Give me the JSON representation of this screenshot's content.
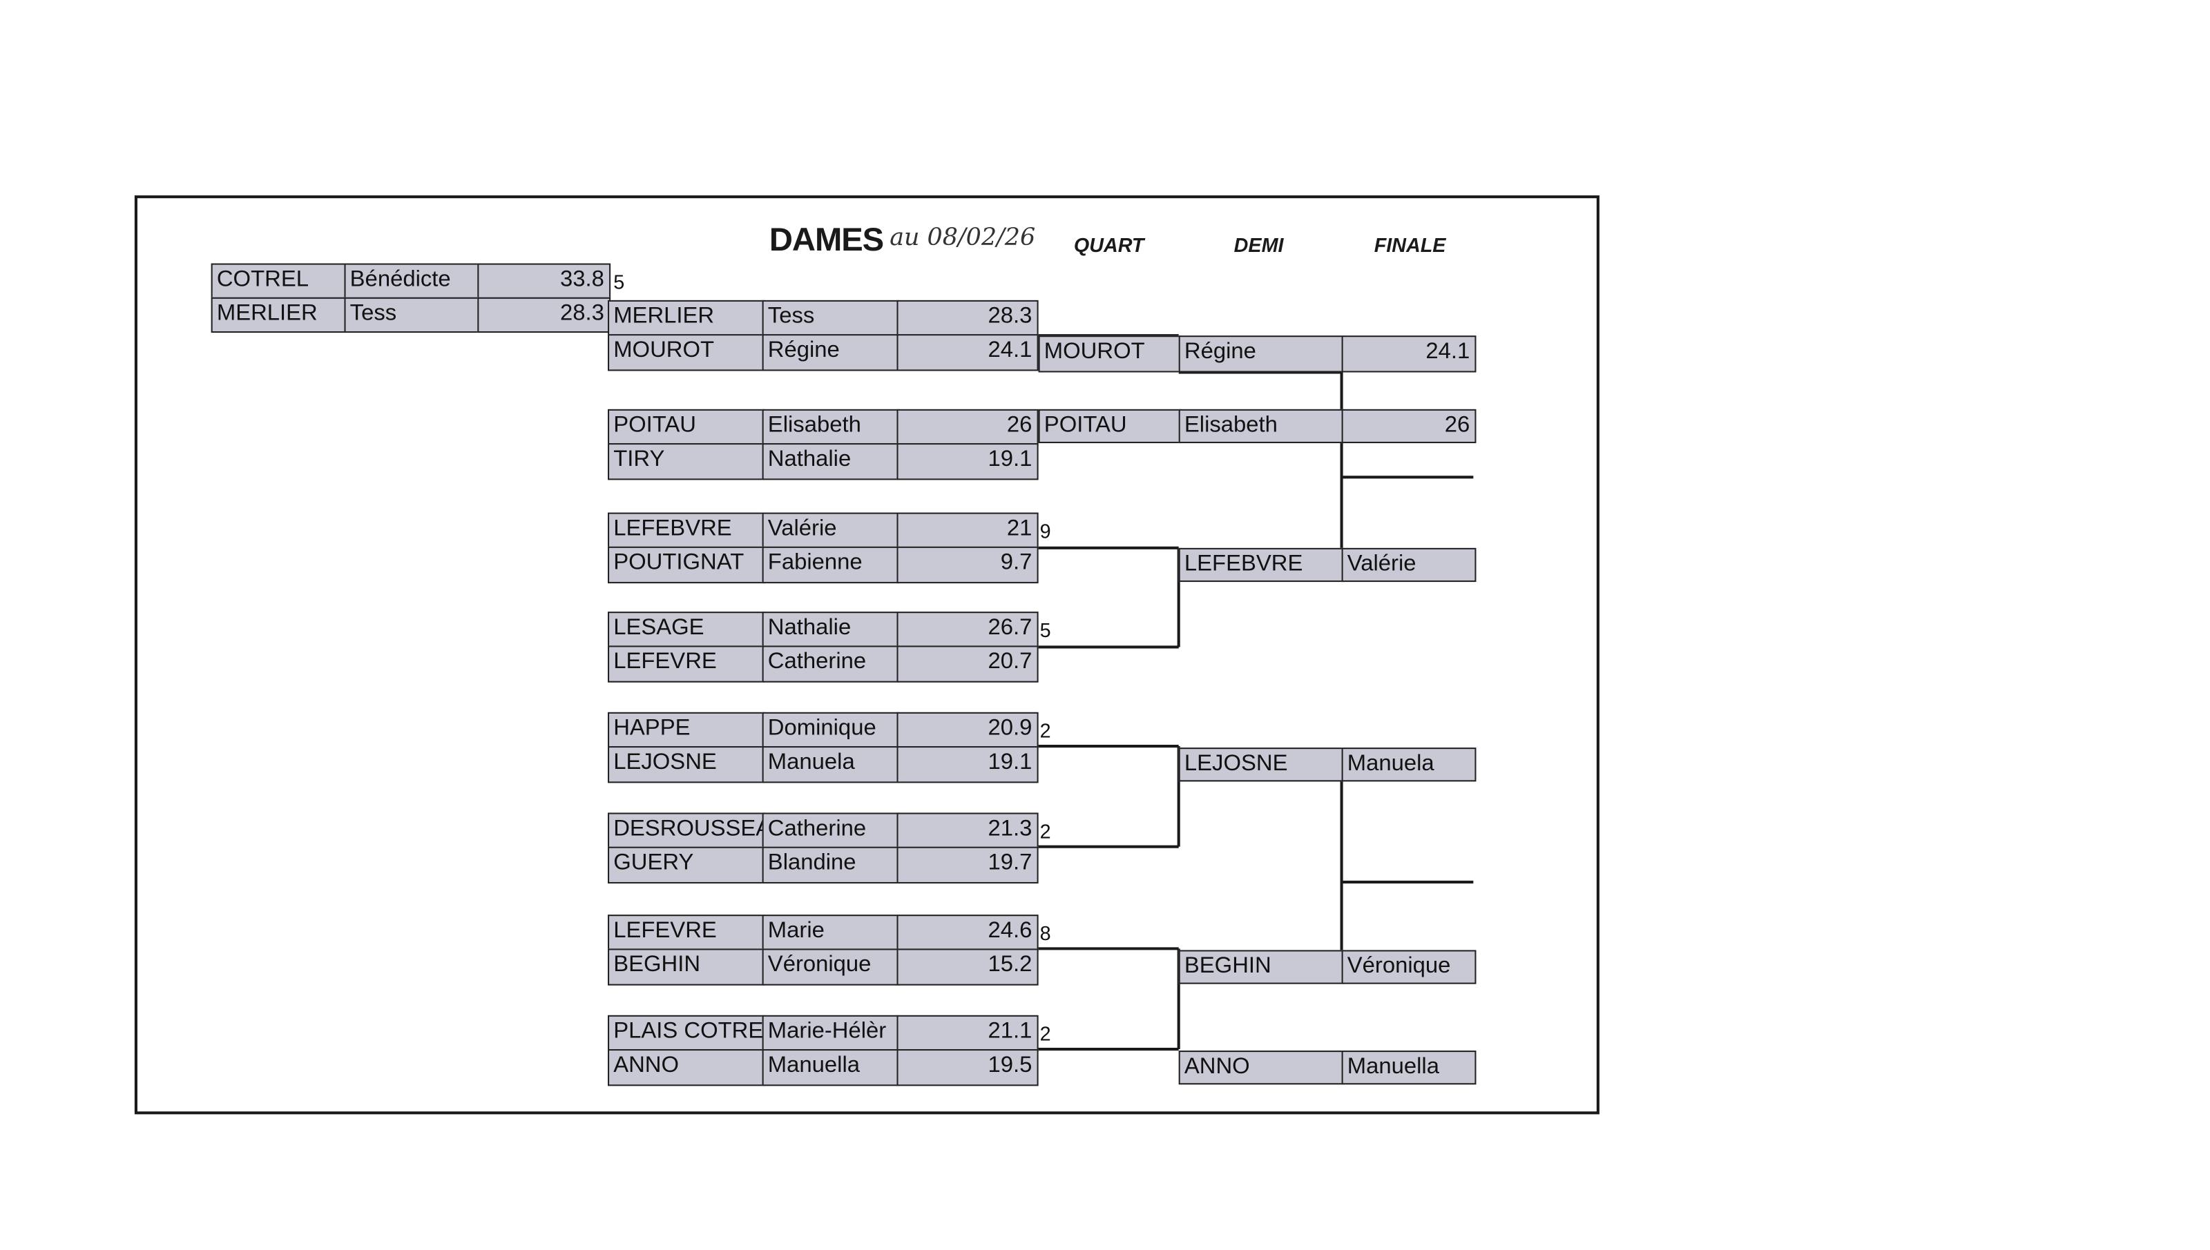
{
  "header": {
    "title": "DAMES",
    "date_handwritten": "au 08/02/26",
    "rounds": [
      "QUART",
      "DEMI",
      "FINALE"
    ]
  },
  "preliminary": {
    "result": "5",
    "players": [
      {
        "last": "COTREL",
        "first": "Bénédicte",
        "score": "33.8"
      },
      {
        "last": "MERLIER",
        "first": "Tess",
        "score": "28.3"
      }
    ]
  },
  "round1": [
    {
      "result": "",
      "players": [
        {
          "last": "MERLIER",
          "first": "Tess",
          "score": "28.3"
        },
        {
          "last": "MOUROT",
          "first": "Régine",
          "score": "24.1"
        }
      ]
    },
    {
      "result": "",
      "players": [
        {
          "last": "POITAU",
          "first": "Elisabeth",
          "score": "26"
        },
        {
          "last": "TIRY",
          "first": "Nathalie",
          "score": "19.1"
        }
      ]
    },
    {
      "result": "9",
      "players": [
        {
          "last": "LEFEBVRE",
          "first": "Valérie",
          "score": "21"
        },
        {
          "last": "POUTIGNAT",
          "first": "Fabienne",
          "score": "9.7"
        }
      ]
    },
    {
      "result": "5",
      "players": [
        {
          "last": "LESAGE",
          "first": "Nathalie",
          "score": "26.7"
        },
        {
          "last": "LEFEVRE",
          "first": "Catherine",
          "score": "20.7"
        }
      ]
    },
    {
      "result": "2",
      "players": [
        {
          "last": "HAPPE",
          "first": "Dominique",
          "score": "20.9"
        },
        {
          "last": "LEJOSNE",
          "first": "Manuela",
          "score": "19.1"
        }
      ]
    },
    {
      "result": "2",
      "players": [
        {
          "last": "DESROUSSEA",
          "first": "Catherine",
          "score": "21.3"
        },
        {
          "last": "GUERY",
          "first": "Blandine",
          "score": "19.7"
        }
      ]
    },
    {
      "result": "8",
      "players": [
        {
          "last": "LEFEVRE",
          "first": "Marie",
          "score": "24.6"
        },
        {
          "last": "BEGHIN",
          "first": "Véronique",
          "score": "15.2"
        }
      ]
    },
    {
      "result": "2",
      "players": [
        {
          "last": "PLAIS COTRE",
          "first": "Marie-Hélèr",
          "score": "21.1"
        },
        {
          "last": "ANNO",
          "first": "Manuella",
          "score": "19.5"
        }
      ]
    }
  ],
  "quart": [
    {
      "last": "MOUROT",
      "first": "Régine",
      "score": "24.1"
    },
    {
      "last": "POITAU",
      "first": "Elisabeth",
      "score": "26"
    }
  ],
  "demi_left": [
    {
      "last": "MOUROT",
      "first": "Régine",
      "score": "24.1"
    },
    {
      "last": "POITAU",
      "first": "Elisabeth",
      "score": "26"
    }
  ],
  "demi": [
    {
      "last": "LEFEBVRE",
      "first": "Valérie"
    },
    {
      "last": "LEJOSNE",
      "first": "Manuela"
    },
    {
      "last": "BEGHIN",
      "first": "Véronique"
    },
    {
      "last": "ANNO",
      "first": "Manuella"
    }
  ]
}
